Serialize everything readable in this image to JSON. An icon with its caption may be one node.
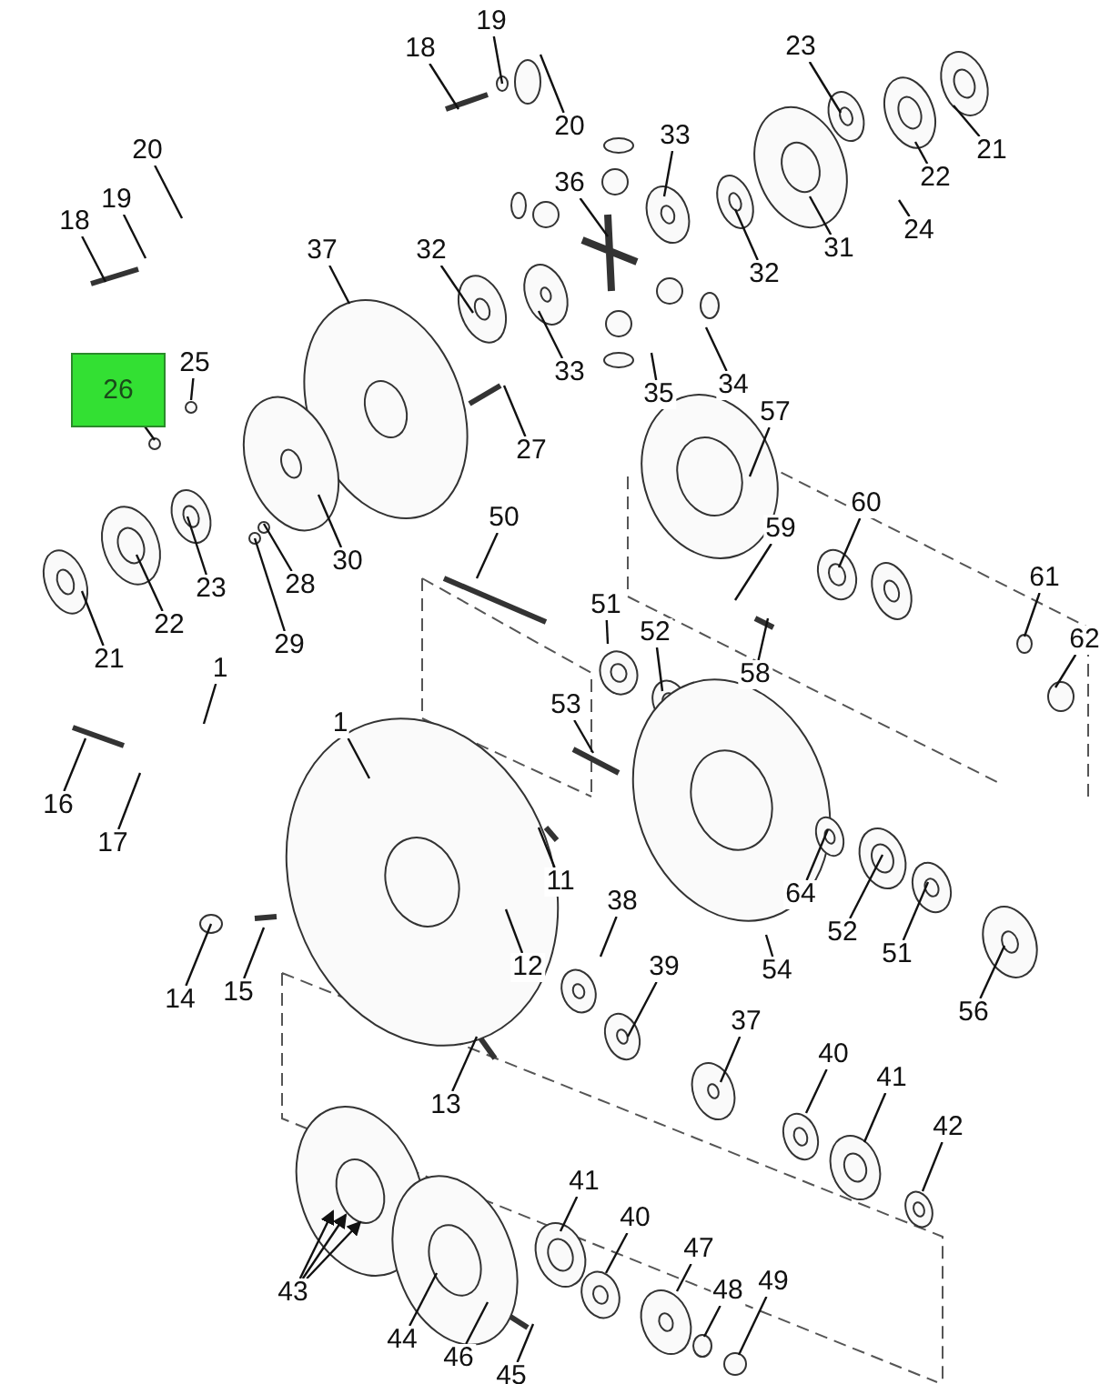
{
  "diagram": {
    "nodes": [
      {
        "text": [
          "19"
        ]
      },
      {
        "text": [
          "18"
        ]
      },
      {
        "text": [
          "23"
        ]
      },
      {
        "text": [
          "21"
        ]
      },
      {
        "text": [
          "20"
        ]
      },
      {
        "text": [
          "33"
        ]
      },
      {
        "text": [
          "22"
        ]
      },
      {
        "text": [
          "20"
        ]
      },
      {
        "text": [
          "36"
        ]
      },
      {
        "text": [
          "19"
        ]
      },
      {
        "text": [
          "18"
        ]
      },
      {
        "text": [
          "24"
        ]
      },
      {
        "text": [
          "31"
        ]
      },
      {
        "text": [
          "37"
        ]
      },
      {
        "text": [
          "32"
        ]
      },
      {
        "text": [
          "32"
        ]
      },
      {
        "text": [
          "26"
        ]
      },
      {
        "text": [
          "25"
        ]
      },
      {
        "text": [
          "33"
        ]
      },
      {
        "text": [
          "35"
        ]
      },
      {
        "text": [
          "34"
        ]
      },
      {
        "text": [
          "27"
        ]
      },
      {
        "text": [
          "57"
        ]
      },
      {
        "text": [
          "50"
        ]
      },
      {
        "text": [
          "60"
        ]
      },
      {
        "text": [
          "59"
        ]
      },
      {
        "text": [
          "30"
        ]
      },
      {
        "text": [
          "23"
        ]
      },
      {
        "text": [
          "28"
        ]
      },
      {
        "text": [
          "51"
        ]
      },
      {
        "text": [
          "52"
        ]
      },
      {
        "text": [
          "22"
        ]
      },
      {
        "text": [
          "29"
        ]
      },
      {
        "text": [
          "61"
        ]
      },
      {
        "text": [
          "62"
        ]
      },
      {
        "text": [
          "21"
        ]
      },
      {
        "text": [
          "58"
        ]
      },
      {
        "text": [
          "1"
        ]
      },
      {
        "text": [
          "53"
        ]
      },
      {
        "text": [
          "1"
        ]
      },
      {
        "text": [
          "16"
        ]
      },
      {
        "text": [
          "17"
        ]
      },
      {
        "text": [
          "11"
        ]
      },
      {
        "text": [
          "64"
        ]
      },
      {
        "text": [
          "38"
        ]
      },
      {
        "text": [
          "52"
        ]
      },
      {
        "text": [
          "39"
        ]
      },
      {
        "text": [
          "12"
        ]
      },
      {
        "text": [
          "51"
        ]
      },
      {
        "text": [
          "54"
        ]
      },
      {
        "text": [
          "14"
        ]
      },
      {
        "text": [
          "15"
        ]
      },
      {
        "text": [
          "56"
        ]
      },
      {
        "text": [
          "37"
        ]
      },
      {
        "text": [
          "40"
        ]
      },
      {
        "text": [
          "41"
        ]
      },
      {
        "text": [
          "13"
        ]
      },
      {
        "text": [
          "42"
        ]
      },
      {
        "text": [
          "41"
        ]
      },
      {
        "text": [
          "40"
        ]
      },
      {
        "text": [
          "47"
        ]
      },
      {
        "text": [
          "48"
        ]
      },
      {
        "text": [
          "49"
        ]
      },
      {
        "text": [
          "43"
        ]
      },
      {
        "text": [
          "44"
        ]
      },
      {
        "text": [
          "46"
        ]
      },
      {
        "text": [
          "45"
        ]
      }
    ],
    "edges": [
      {
        "from": 0,
        "to": null,
        "arrow": "none"
      },
      {
        "from": 1,
        "to": null,
        "arrow": "none"
      },
      {
        "from": 2,
        "to": null,
        "arrow": "none"
      },
      {
        "from": 3,
        "to": null,
        "arrow": "none"
      },
      {
        "from": 4,
        "to": null,
        "arrow": "none"
      },
      {
        "from": 5,
        "to": null,
        "arrow": "none"
      },
      {
        "from": 6,
        "to": null,
        "arrow": "none"
      },
      {
        "from": 7,
        "to": null,
        "arrow": "none"
      },
      {
        "from": 8,
        "to": null,
        "arrow": "none"
      },
      {
        "from": 9,
        "to": null,
        "arrow": "none"
      },
      {
        "from": 10,
        "to": null,
        "arrow": "none"
      },
      {
        "from": 11,
        "to": null,
        "arrow": "none"
      },
      {
        "from": 12,
        "to": null,
        "arrow": "none"
      },
      {
        "from": 13,
        "to": null,
        "arrow": "none"
      },
      {
        "from": 14,
        "to": null,
        "arrow": "none"
      },
      {
        "from": 15,
        "to": null,
        "arrow": "none"
      },
      {
        "from": 16,
        "to": null,
        "arrow": "none"
      },
      {
        "from": 17,
        "to": null,
        "arrow": "none"
      },
      {
        "from": 18,
        "to": null,
        "arrow": "none"
      },
      {
        "from": 19,
        "to": null,
        "arrow": "none"
      },
      {
        "from": 20,
        "to": null,
        "arrow": "none"
      },
      {
        "from": 21,
        "to": null,
        "arrow": "none"
      },
      {
        "from": 22,
        "to": null,
        "arrow": "none"
      },
      {
        "from": 23,
        "to": null,
        "arrow": "none"
      },
      {
        "from": 24,
        "to": null,
        "arrow": "none"
      },
      {
        "from": 25,
        "to": null,
        "arrow": "none"
      },
      {
        "from": 26,
        "to": null,
        "arrow": "none"
      },
      {
        "from": 27,
        "to": null,
        "arrow": "none"
      },
      {
        "from": 28,
        "to": null,
        "arrow": "none"
      },
      {
        "from": 29,
        "to": null,
        "arrow": "none"
      },
      {
        "from": 30,
        "to": null,
        "arrow": "none"
      },
      {
        "from": 31,
        "to": null,
        "arrow": "none"
      },
      {
        "from": 32,
        "to": null,
        "arrow": "none"
      },
      {
        "from": 33,
        "to": null,
        "arrow": "none"
      },
      {
        "from": 34,
        "to": null,
        "arrow": "none"
      },
      {
        "from": 35,
        "to": null,
        "arrow": "none"
      },
      {
        "from": 36,
        "to": null,
        "arrow": "none"
      },
      {
        "from": 37,
        "to": null,
        "arrow": "none"
      },
      {
        "from": 38,
        "to": null,
        "arrow": "none"
      },
      {
        "from": 39,
        "to": null,
        "arrow": "none"
      },
      {
        "from": 40,
        "to": null,
        "arrow": "none"
      },
      {
        "from": 41,
        "to": null,
        "arrow": "none"
      },
      {
        "from": 42,
        "to": null,
        "arrow": "none"
      },
      {
        "from": 43,
        "to": null,
        "arrow": "none"
      },
      {
        "from": 44,
        "to": null,
        "arrow": "none"
      },
      {
        "from": 45,
        "to": null,
        "arrow": "none"
      },
      {
        "from": 46,
        "to": null,
        "arrow": "none"
      },
      {
        "from": 47,
        "to": null,
        "arrow": "none"
      },
      {
        "from": 48,
        "to": null,
        "arrow": "none"
      },
      {
        "from": 49,
        "to": null,
        "arrow": "none"
      },
      {
        "from": 50,
        "to": null,
        "arrow": "none"
      },
      {
        "from": 51,
        "to": null,
        "arrow": "none"
      },
      {
        "from": 52,
        "to": null,
        "arrow": "none"
      },
      {
        "from": 53,
        "to": null,
        "arrow": "none"
      },
      {
        "from": 54,
        "to": null,
        "arrow": "none"
      },
      {
        "from": 55,
        "to": null,
        "arrow": "none"
      },
      {
        "from": 56,
        "to": null,
        "arrow": "none"
      },
      {
        "from": 57,
        "to": null,
        "arrow": "none"
      },
      {
        "from": 58,
        "to": null,
        "arrow": "none"
      },
      {
        "from": 59,
        "to": null,
        "arrow": "none"
      },
      {
        "from": 60,
        "to": null,
        "arrow": "none"
      },
      {
        "from": 61,
        "to": null,
        "arrow": "none"
      },
      {
        "from": 62,
        "to": null,
        "arrow": "none"
      },
      {
        "from": 63,
        "to": null,
        "arrow": "to"
      },
      {
        "from": 63,
        "to": null,
        "arrow": "to"
      },
      {
        "from": 63,
        "to": null,
        "arrow": "to"
      },
      {
        "from": 64,
        "to": null,
        "arrow": "none"
      },
      {
        "from": 65,
        "to": null,
        "arrow": "none"
      },
      {
        "from": 66,
        "to": null,
        "arrow": "none"
      }
    ]
  }
}
